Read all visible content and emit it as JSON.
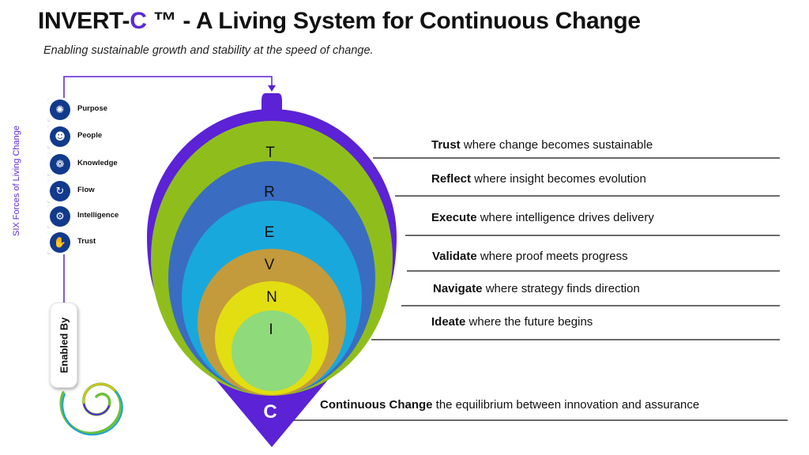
{
  "header": {
    "title_main": "INVERT-",
    "title_accent": "C",
    "title_rest": " ™ - A Living System for Continuous Change",
    "subtitle": "Enabling sustainable growth and stability at the speed of change."
  },
  "forces": {
    "label": "SIX  Forces of Living Change",
    "items": [
      {
        "label": "Purpose",
        "icon": "lightbulb-icon"
      },
      {
        "label": "People",
        "icon": "people-icon"
      },
      {
        "label": "Knowledge",
        "icon": "brain-icon"
      },
      {
        "label": "Flow",
        "icon": "cycle-icon"
      },
      {
        "label": "Intelligence",
        "icon": "head-gear-icon"
      },
      {
        "label": "Trust",
        "icon": "handshake-icon"
      }
    ]
  },
  "enabled_by": "Enabled By",
  "funnel": {
    "letters": [
      "T",
      "R",
      "E",
      "V",
      "N",
      "I"
    ],
    "base_letter": "C",
    "colors": {
      "outer": "#5b22d6",
      "layer_t": "#8fbe1c",
      "layer_r": "#3a6cc2",
      "layer_e": "#19a8dc",
      "layer_v": "#c39b3c",
      "layer_n": "#e2de12",
      "layer_i": "#8fda7a"
    }
  },
  "stages": [
    {
      "keyword": "Trust",
      "description": " where change becomes sustainable"
    },
    {
      "keyword": "Reflect",
      "description": " where insight becomes evolution"
    },
    {
      "keyword": "Execute",
      "description": " where intelligence drives delivery"
    },
    {
      "keyword": "Validate",
      "description": " where  proof meets progress"
    },
    {
      "keyword": "Navigate",
      "description": " where strategy finds direction"
    },
    {
      "keyword": "Ideate",
      "description": " where the future begins"
    },
    {
      "keyword": "Continuous Change",
      "description": " the equilibrium between innovation and assurance"
    }
  ]
}
